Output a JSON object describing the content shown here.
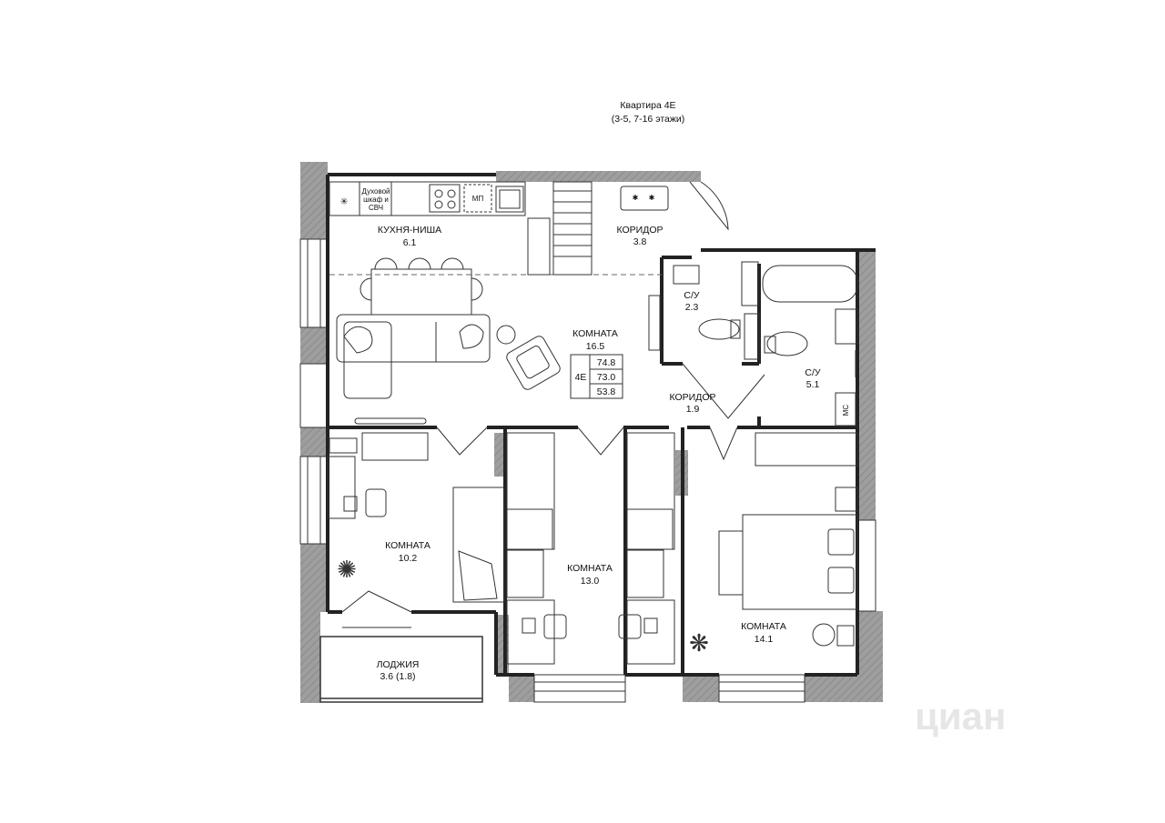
{
  "title": "Квартира 4E",
  "subtitle": "(3-5, 7-16 этажи)",
  "rooms": [
    {
      "name": "КУХНЯ-НИША",
      "area": "6.1"
    },
    {
      "name": "КОРИДОР",
      "area": "3.8"
    },
    {
      "name": "С/У",
      "area": "2.3"
    },
    {
      "name": "КОМНАТА",
      "area": "16.5"
    },
    {
      "name": "КОРИДОР",
      "area": "1.9"
    },
    {
      "name": "С/У",
      "area": "5.1"
    },
    {
      "name": "КОМНАТА",
      "area": "10.2"
    },
    {
      "name": "КОМНАТА",
      "area": "13.0"
    },
    {
      "name": "КОМНАТА",
      "area": "14.1"
    },
    {
      "name": "ЛОДЖИЯ",
      "area": "3.6 (1.8)"
    }
  ],
  "fixtures": {
    "oven_line1": "Духовой",
    "oven_line2": "шкаф и",
    "oven_line3": "СВЧ",
    "dishwasher": "МП",
    "washer": "МС"
  },
  "summary": {
    "code": "4E",
    "total_area": "74.8",
    "area_2": "73.0",
    "living_area": "53.8"
  },
  "watermark": "циан",
  "colors": {
    "wall": "#222222",
    "exterior_wall": "#a9a9a9",
    "background": "#ffffff"
  }
}
